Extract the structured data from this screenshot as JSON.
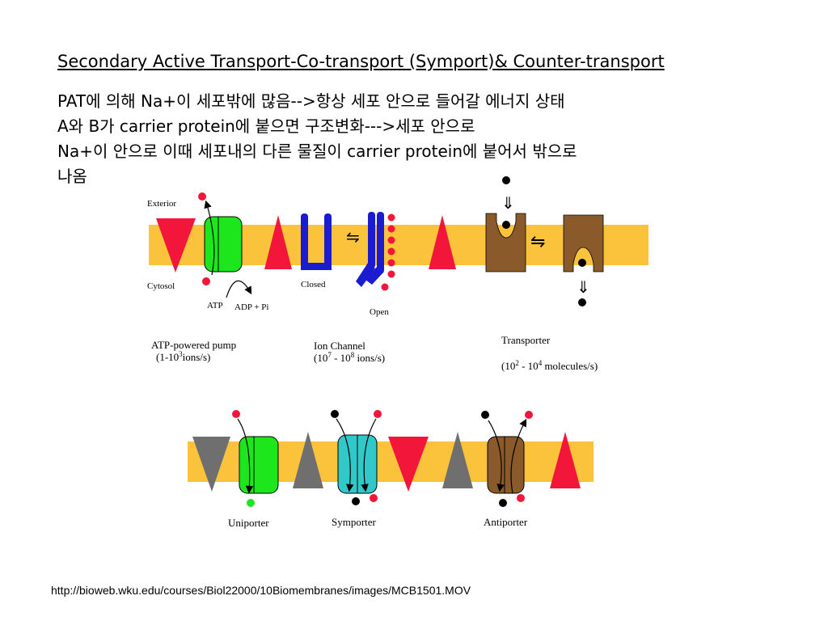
{
  "title": "Secondary Active Transport-Co-transport (Symport)& Counter-transport",
  "body_lines": [
    "PAT에 의해 Na+이 세포밖에 많음-->항상 세포 안으로 들어갈 에너지 상태",
    "A와 B가 carrier protein에 붙으면 구조변화--->세포 안으로",
    "Na+이 안으로 이때 세포내의 다른 물질이 carrier protein에 붙어서 밖으로",
    "나옴"
  ],
  "top_diagram": {
    "label_exterior": "Exterior",
    "label_cytosol": "Cytosol",
    "label_atp": "ATP",
    "label_adp": "ADP + Pi",
    "label_closed": "Closed",
    "label_open": "Open",
    "pump_caption": "ATP-powered pump",
    "pump_rate_pre": "(1-10",
    "pump_rate_exp": "3",
    "pump_rate_post": "ions/s)",
    "channel_caption": "Ion Channel",
    "channel_rate_pre": "(10",
    "channel_rate_exp1": "7",
    "channel_rate_mid": " - 10",
    "channel_rate_exp2": "8",
    "channel_rate_post": " ions/s)",
    "transporter_caption": "Transporter",
    "transporter_rate_pre": "(10",
    "transporter_rate_exp1": "2",
    "transporter_rate_mid": " - 10",
    "transporter_rate_exp2": "4",
    "transporter_rate_post": " molecules/s)"
  },
  "bottom_diagram": {
    "uniporter_label": "Uniporter",
    "symporter_label": "Symporter",
    "antiporter_label": "Antiporter"
  },
  "colors": {
    "membrane": "#fbc33b",
    "red": "#f2173a",
    "green": "#1de61d",
    "blue": "#1b1bd2",
    "brown": "#8b5a2b",
    "cyan": "#30c8c8",
    "gray": "#6f6f6f"
  },
  "footer_url": "http://bioweb.wku.edu/courses/Biol22000/10Biomembranes/images/MCB1501.MOV"
}
